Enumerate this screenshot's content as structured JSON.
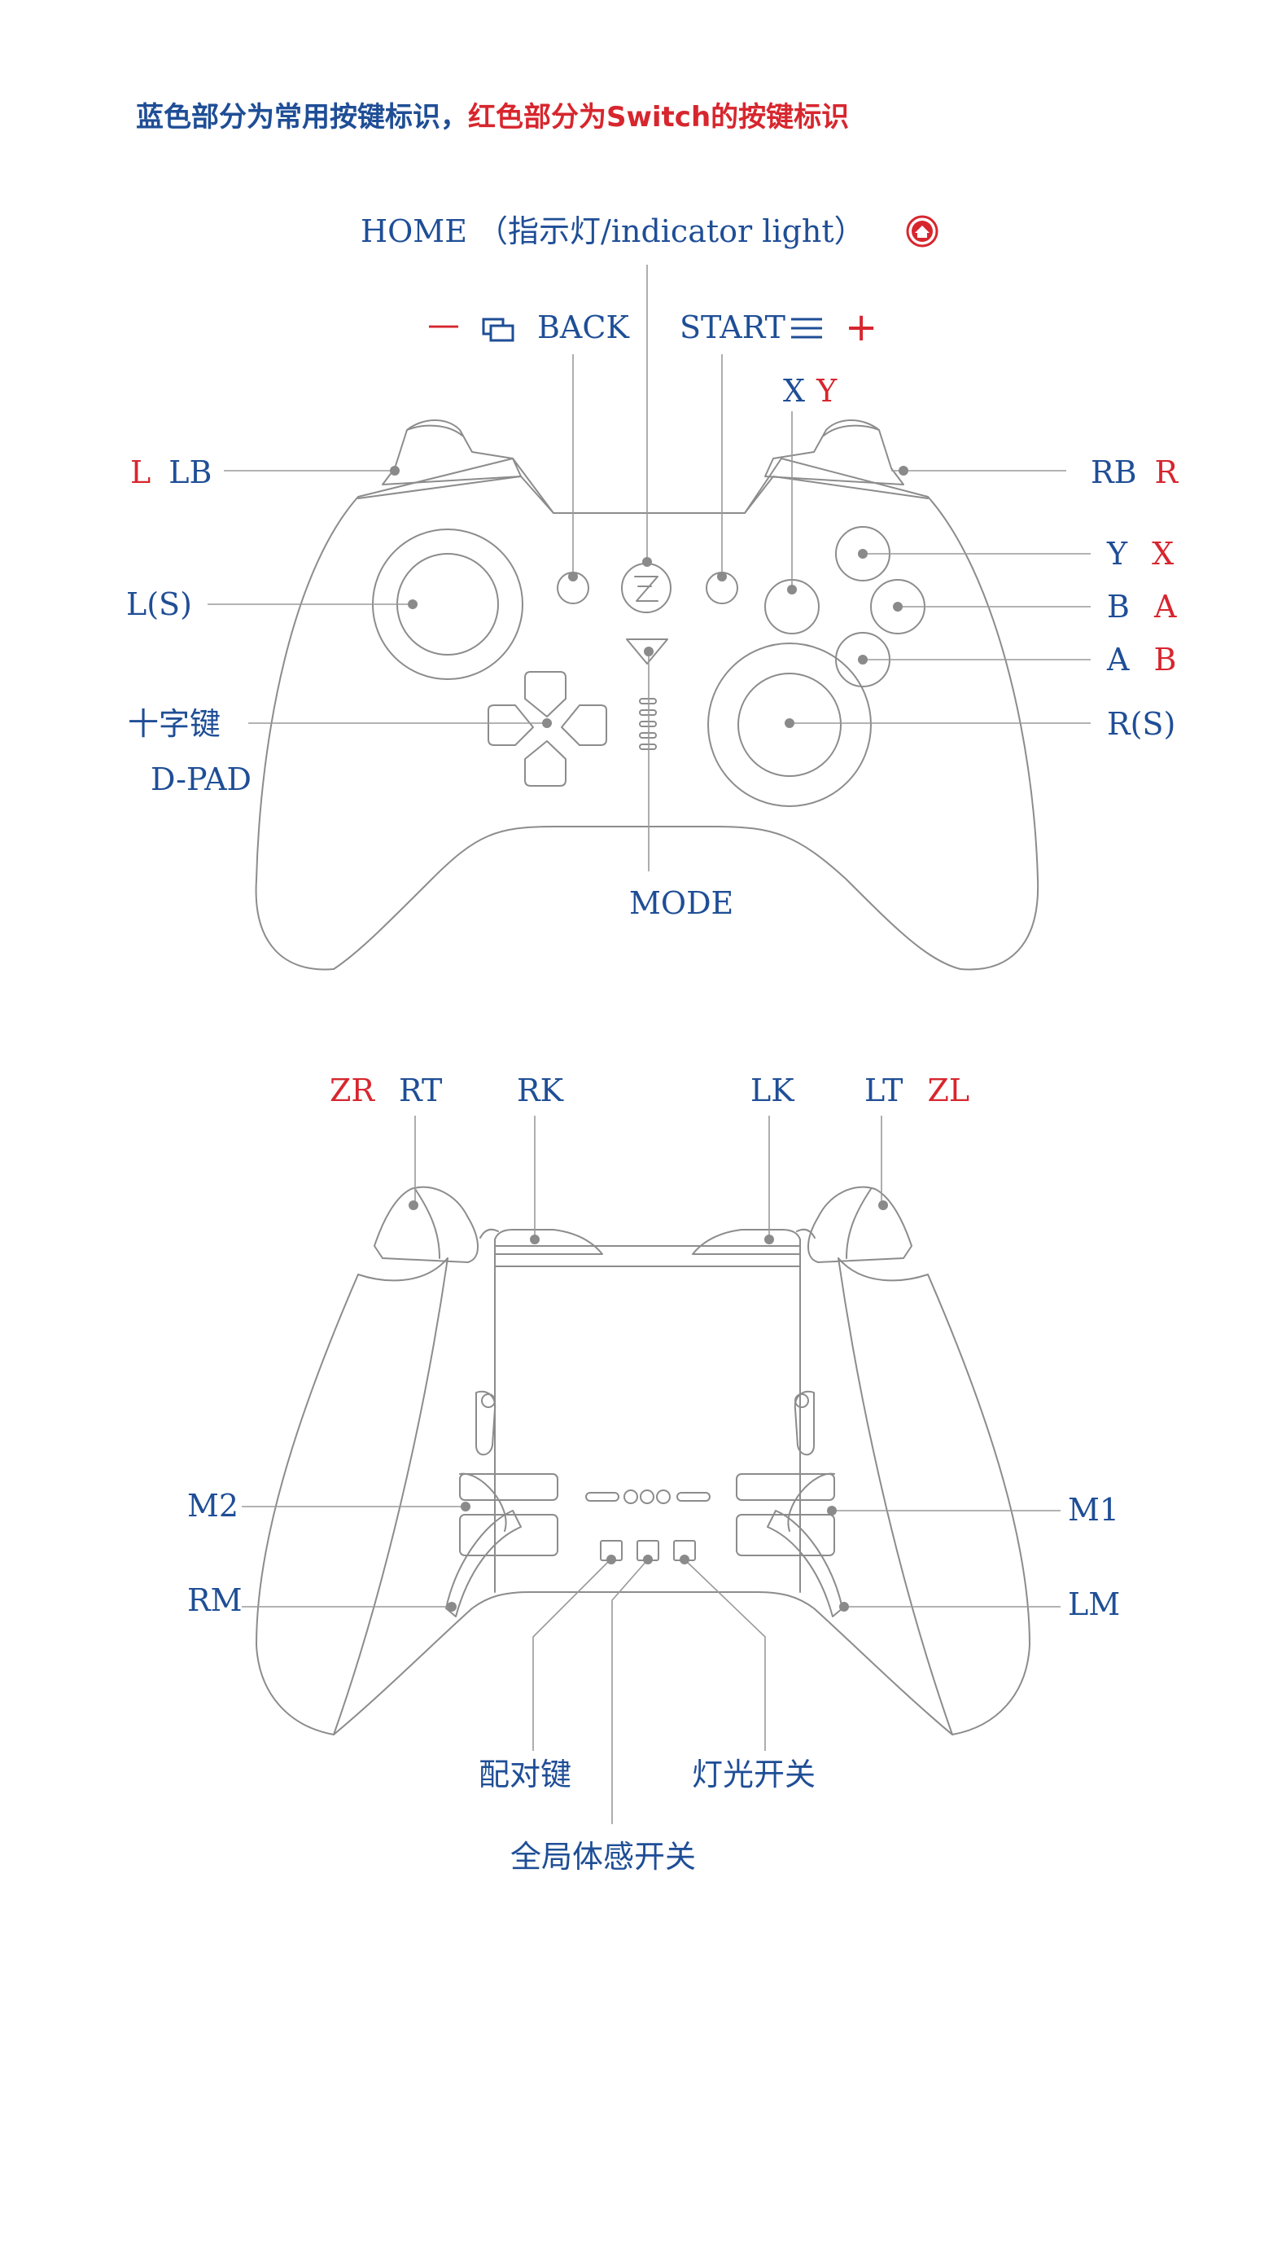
{
  "header": {
    "blue_part": "蓝色部分为常用按键标识，",
    "red_part": "红色部分为Switch的按键标识"
  },
  "colors": {
    "blue": "#1f4e96",
    "red": "#d7262e",
    "line": "#8c8c8c"
  },
  "front": {
    "home": "HOME （指示灯/indicator light）",
    "home_icon": "home-icon",
    "minus": "—",
    "capture_icon": "capture-icon",
    "back": "BACK",
    "start": "START",
    "menu_icon": "menu-icon",
    "plus": "+",
    "x_blue": "X",
    "y_red": "Y",
    "l_red": "L",
    "lb": "LB",
    "rb": "RB",
    "r_red": "R",
    "ls": "L(S)",
    "y_blue": "Y",
    "x_red": "X",
    "b_blue": "B",
    "a_red": "A",
    "a_blue": "A",
    "b_red": "B",
    "dpad_cn": "十字键",
    "dpad_en": "D-PAD",
    "rs": "R(S)",
    "mode": "MODE"
  },
  "back": {
    "zr": "ZR",
    "rt": "RT",
    "rk": "RK",
    "lk": "LK",
    "lt": "LT",
    "zl": "ZL",
    "m2": "M2",
    "m1": "M1",
    "rm": "RM",
    "lm": "LM",
    "pair": "配对键",
    "light_switch": "灯光开关",
    "motion_switch": "全局体感开关"
  }
}
